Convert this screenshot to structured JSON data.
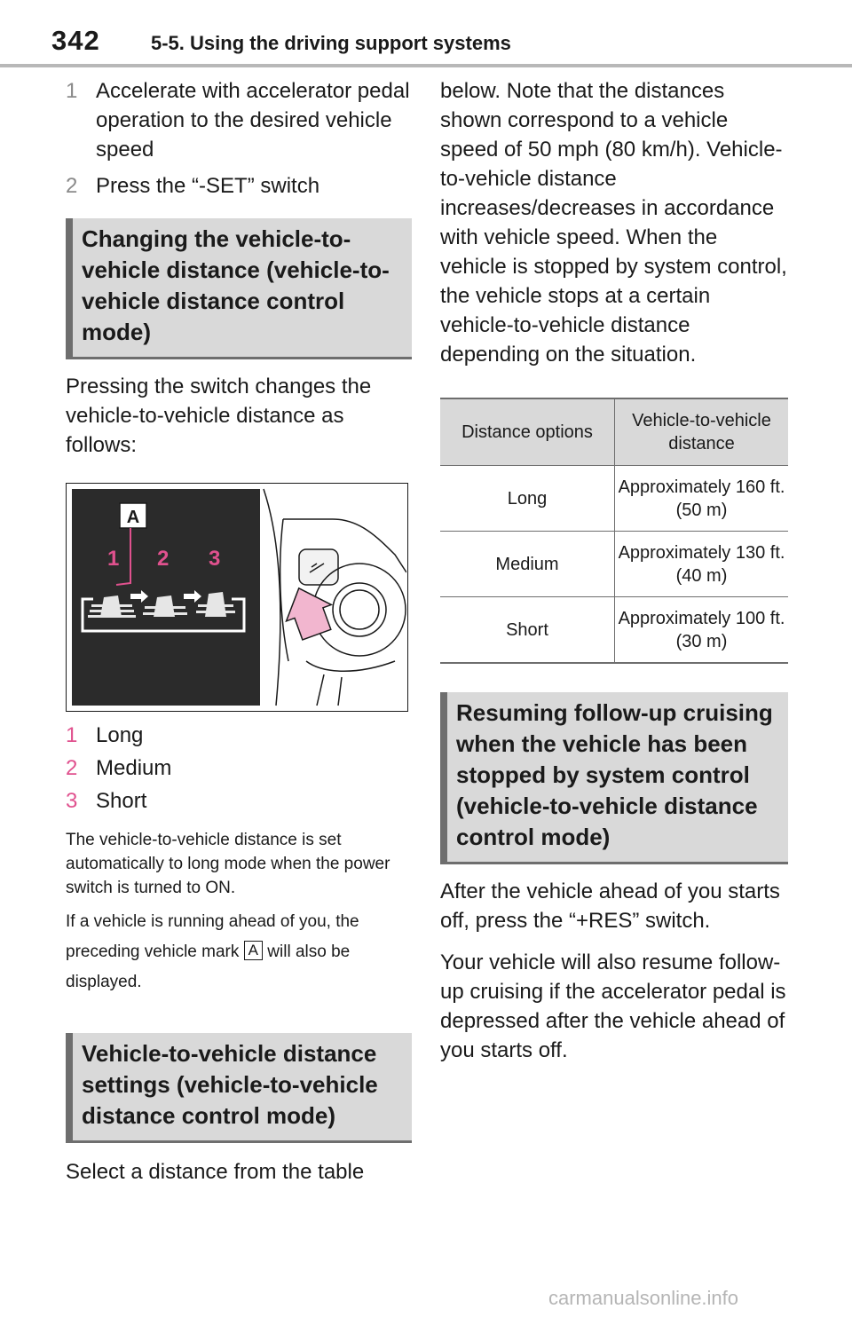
{
  "header": {
    "page_number": "342",
    "section": "5-5. Using the driving support systems"
  },
  "left": {
    "steps": [
      {
        "num": "1",
        "text": "Accelerate with accelerator pedal operation to the desired vehicle speed"
      },
      {
        "num": "2",
        "text": "Press the “-SET” switch"
      }
    ],
    "heading1": "Changing the vehicle-to-vehicle distance (vehicle-to-vehicle distance control mode)",
    "para1": "Pressing the switch changes the vehicle-to-vehicle distance as follows:",
    "illustration": {
      "callout_letter": "A",
      "labels": [
        "1",
        "2",
        "3"
      ]
    },
    "distance_list": [
      {
        "num": "1",
        "text": "Long"
      },
      {
        "num": "2",
        "text": "Medium"
      },
      {
        "num": "3",
        "text": "Short"
      }
    ],
    "note1": "The vehicle-to-vehicle distance is set automatically to long mode when the power switch is turned to ON.",
    "note2_part1": "If a vehicle is running ahead of you, the preceding vehicle mark",
    "note2_mark": "A",
    "note2_part2": "will also be displayed.",
    "heading2": "Vehicle-to-vehicle distance settings (vehicle-to-vehicle distance control mode)",
    "para2": "Select a distance from the table"
  },
  "right": {
    "para_cont": "below. Note that the distances shown correspond to a vehicle speed of 50 mph (80 km/h). Vehicle-to-vehicle distance increases/decreases in accordance with vehicle speed. When the vehicle is stopped by system control, the vehicle stops at a certain vehicle-to-vehicle distance depending on the situation.",
    "table": {
      "headers": [
        "Distance options",
        "Vehicle-to-vehicle distance"
      ],
      "rows": [
        {
          "option": "Long",
          "distance": "Approximately 160 ft. (50 m)"
        },
        {
          "option": "Medium",
          "distance": "Approximately 130 ft. (40 m)"
        },
        {
          "option": "Short",
          "distance": "Approximately 100 ft. (30 m)"
        }
      ]
    },
    "heading3": "Resuming follow-up cruising when the vehicle has been stopped by system control (vehicle-to-vehicle distance control mode)",
    "para3": "After the vehicle ahead of you starts off, press the “+RES” switch.",
    "para4": "Your vehicle will also resume follow-up cruising if the accelerator pedal is depressed after the vehicle ahead of you starts off."
  },
  "watermark": "carmanualsonline.info",
  "colors": {
    "accent_pink": "#e0518e",
    "box_bg": "#d9d9d9",
    "box_border": "#6e6e6e"
  }
}
